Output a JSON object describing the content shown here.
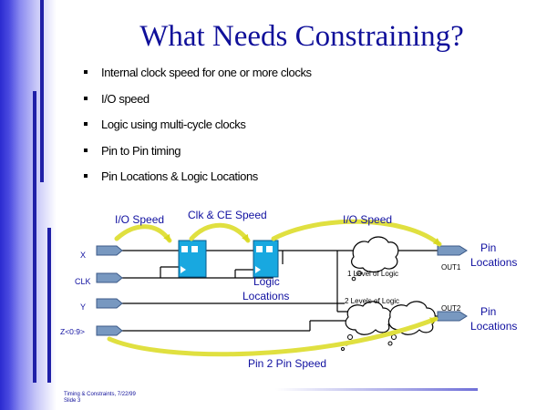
{
  "slide": {
    "title": "What Needs Constraining?",
    "bullets": [
      "Internal clock speed for one or more clocks",
      "I/O speed",
      "Logic using multi-cycle clocks",
      "Pin to Pin timing",
      "Pin Locations & Logic Locations"
    ],
    "footer": {
      "line1": "Timing & Constraints, 7/22/99",
      "line2": "Slide 3"
    }
  },
  "diagram": {
    "inputs": [
      "X",
      "CLK",
      "Y",
      "Z<0:9>"
    ],
    "outputs": [
      "OUT1",
      "OUT2"
    ],
    "labels": {
      "io_speed_left": "I/O Speed",
      "clk_ce_speed": "Clk & CE Speed",
      "io_speed_right": "I/O Speed",
      "pin_locations_1": "Pin",
      "pin_locations_1b": "Locations",
      "pin_locations_2": "Pin",
      "pin_locations_2b": "Locations",
      "logic_locations_1": "Logic",
      "logic_locations_2": "Locations",
      "one_level": "1 Level of Logic",
      "two_levels": "2 Levels of Logic",
      "pin_to_pin": "Pin 2 Pin Speed"
    },
    "colors": {
      "speed_arrow": "#e0e040",
      "flipflop": "#18a8e0",
      "pad": "#7898c0",
      "wire": "#000000",
      "label_blue": "#1010a0"
    }
  }
}
